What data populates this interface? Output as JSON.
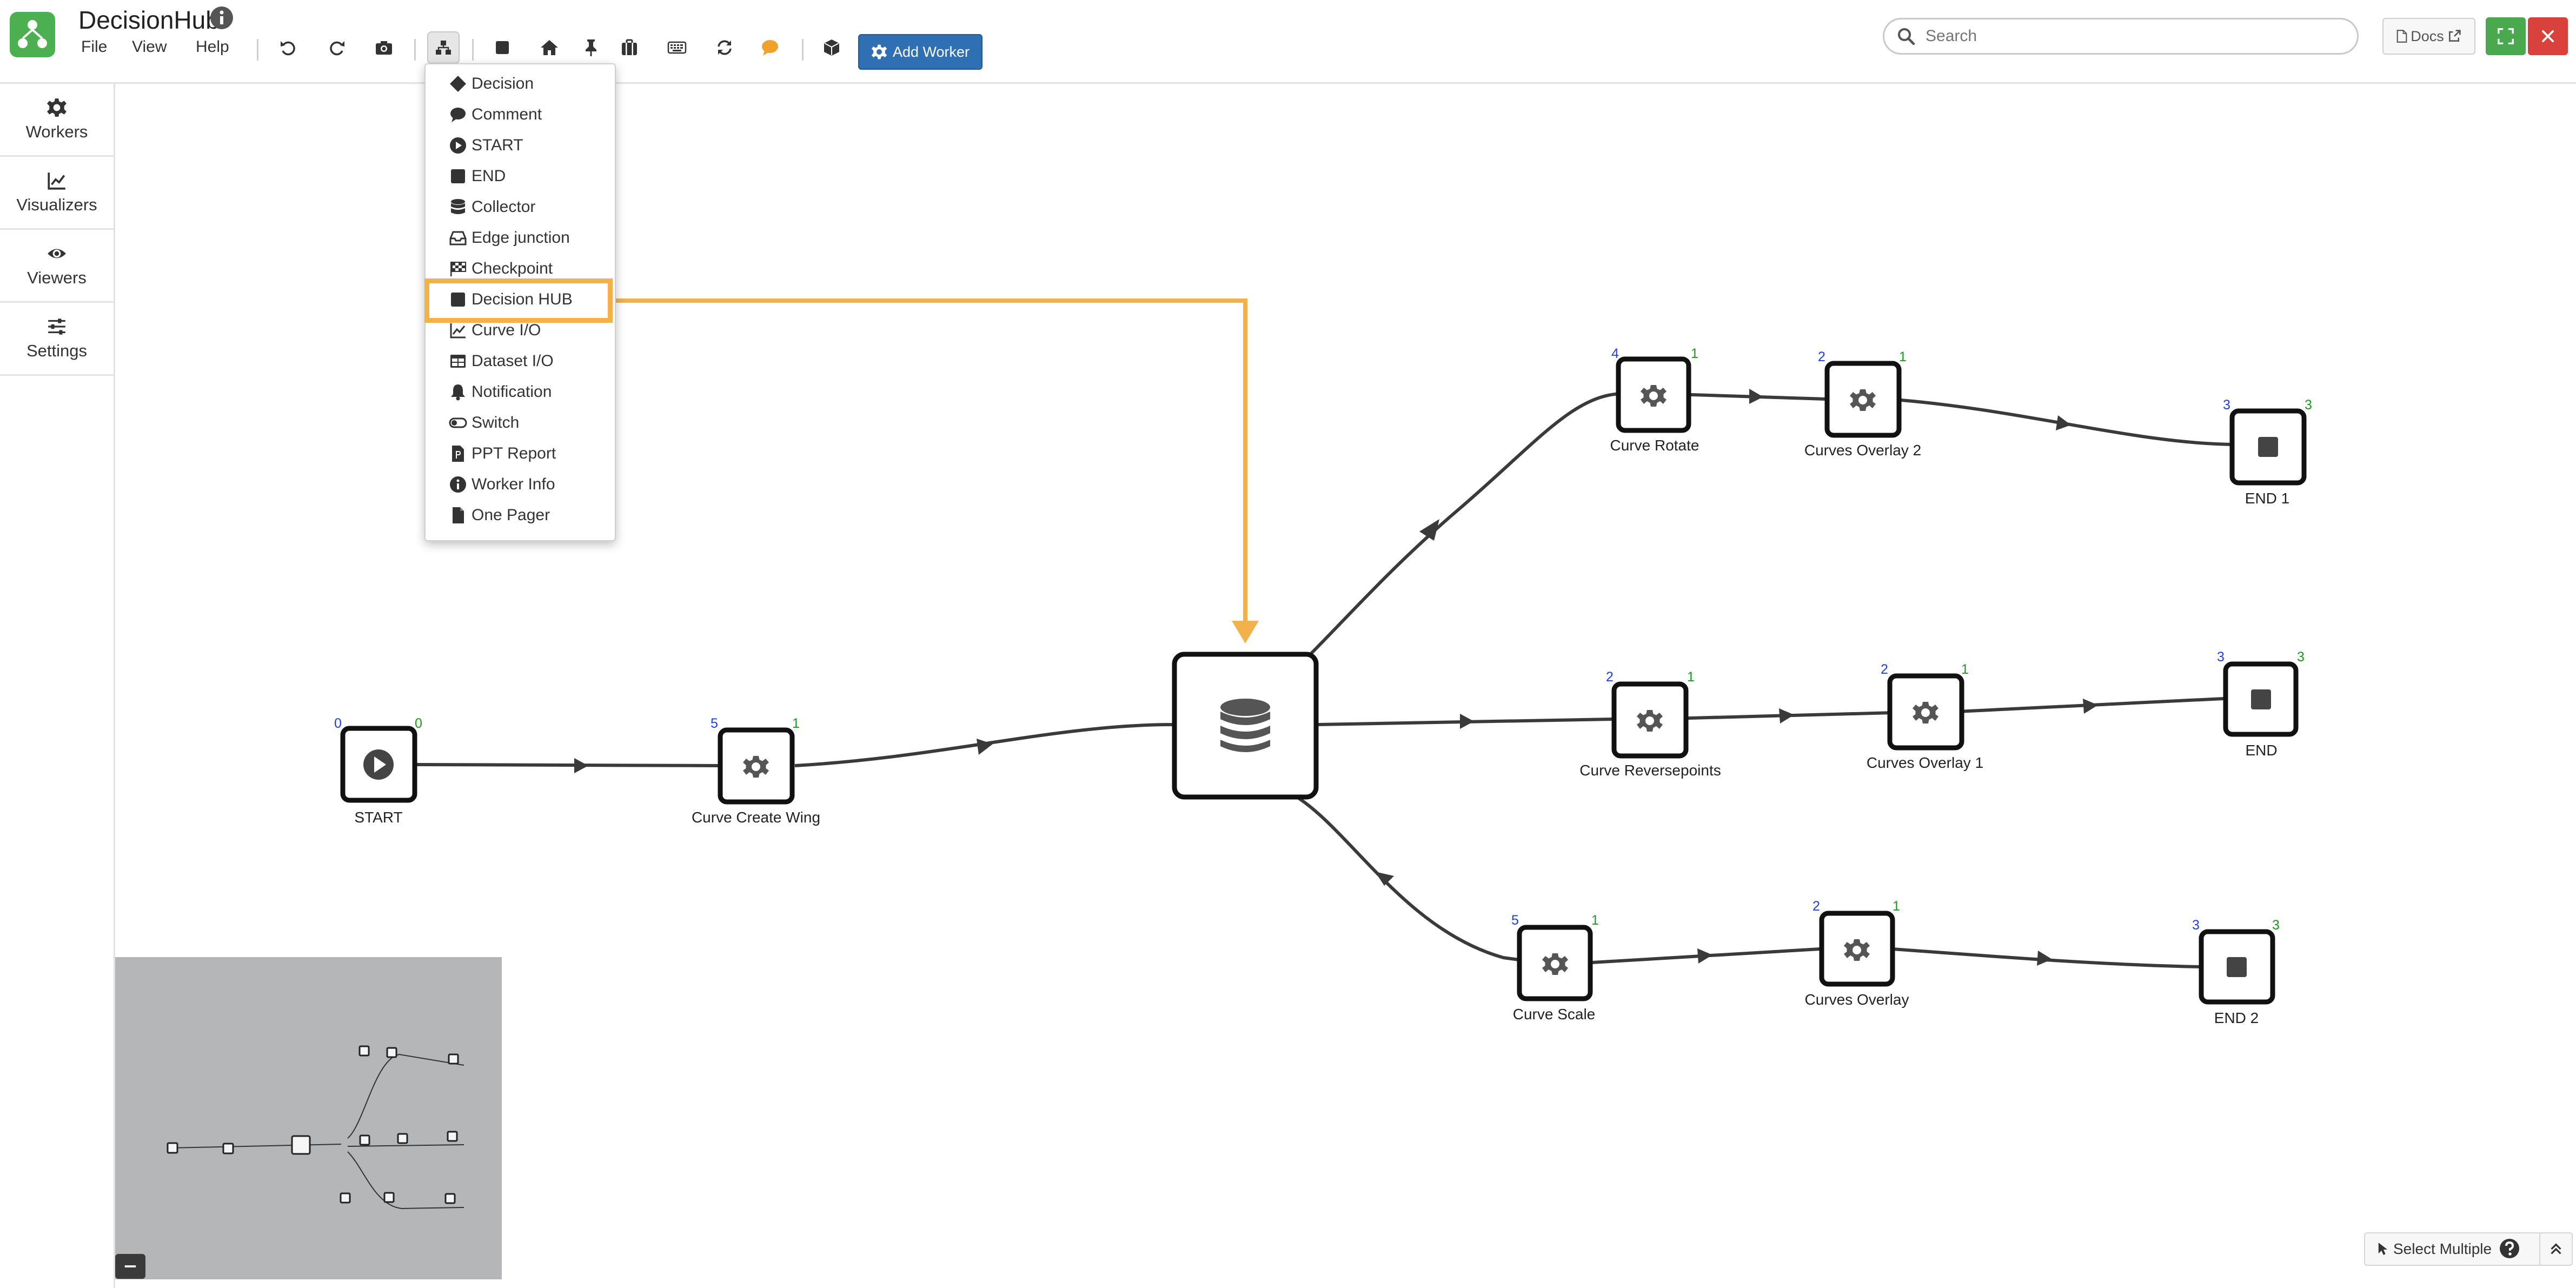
{
  "app": {
    "title": "DecisionHub"
  },
  "menu": [
    "File",
    "View",
    "Help"
  ],
  "toolbar": {
    "add_worker_label": "Add Worker"
  },
  "search": {
    "placeholder": "Search"
  },
  "docs_label": "Docs",
  "sidebar": {
    "items": [
      {
        "label": "Workers",
        "icon": "gear-icon"
      },
      {
        "label": "Visualizers",
        "icon": "chart-line-icon"
      },
      {
        "label": "Viewers",
        "icon": "eye-icon"
      },
      {
        "label": "Settings",
        "icon": "sliders-icon"
      }
    ]
  },
  "dropdown": {
    "items": [
      {
        "label": "Decision",
        "icon": "diamond-icon"
      },
      {
        "label": "Comment",
        "icon": "comment-icon"
      },
      {
        "label": "START",
        "icon": "play-circle-icon"
      },
      {
        "label": "END",
        "icon": "stop-square-icon"
      },
      {
        "label": "Collector",
        "icon": "database-icon"
      },
      {
        "label": "Edge junction",
        "icon": "inbox-icon"
      },
      {
        "label": "Checkpoint",
        "icon": "checkered-flag-icon"
      },
      {
        "label": "Decision HUB",
        "icon": "stop-square-icon",
        "highlighted": true
      },
      {
        "label": "Curve I/O",
        "icon": "chart-line-icon"
      },
      {
        "label": "Dataset I/O",
        "icon": "table-icon"
      },
      {
        "label": "Notification",
        "icon": "bell-icon"
      },
      {
        "label": "Switch",
        "icon": "toggle-icon"
      },
      {
        "label": "PPT Report",
        "icon": "powerpoint-file-icon"
      },
      {
        "label": "Worker Info",
        "icon": "info-circle-icon"
      },
      {
        "label": "One Pager",
        "icon": "file-icon"
      }
    ]
  },
  "graph": {
    "nodes": [
      {
        "id": "start",
        "label": "START",
        "in": "0",
        "out": "0",
        "type": "start"
      },
      {
        "id": "create-wing",
        "label": "Curve Create Wing",
        "in": "5",
        "out": "1",
        "type": "worker"
      },
      {
        "id": "hub",
        "label": "",
        "type": "hub"
      },
      {
        "id": "rotate",
        "label": "Curve Rotate",
        "in": "4",
        "out": "1",
        "type": "worker"
      },
      {
        "id": "overlay2",
        "label": "Curves Overlay 2",
        "in": "2",
        "out": "1",
        "type": "worker"
      },
      {
        "id": "end1",
        "label": "END 1",
        "in": "3",
        "out": "3",
        "type": "end"
      },
      {
        "id": "reverse",
        "label": "Curve Reversepoints",
        "in": "2",
        "out": "1",
        "type": "worker"
      },
      {
        "id": "overlay1",
        "label": "Curves Overlay 1",
        "in": "2",
        "out": "1",
        "type": "worker"
      },
      {
        "id": "end",
        "label": "END",
        "in": "3",
        "out": "3",
        "type": "end"
      },
      {
        "id": "scale",
        "label": "Curve Scale",
        "in": "5",
        "out": "1",
        "type": "worker"
      },
      {
        "id": "overlay",
        "label": "Curves Overlay",
        "in": "2",
        "out": "1",
        "type": "worker"
      },
      {
        "id": "end2",
        "label": "END 2",
        "in": "3",
        "out": "3",
        "type": "end"
      }
    ]
  },
  "bottom": {
    "select_multiple_label": "Select Multiple"
  },
  "colors": {
    "primary": "#2f6fb3",
    "success": "#4aa84e",
    "danger": "#d8413c",
    "highlight": "#f2b14a",
    "port_in": "#1f3fe0",
    "port_out": "#1a9a1a"
  }
}
